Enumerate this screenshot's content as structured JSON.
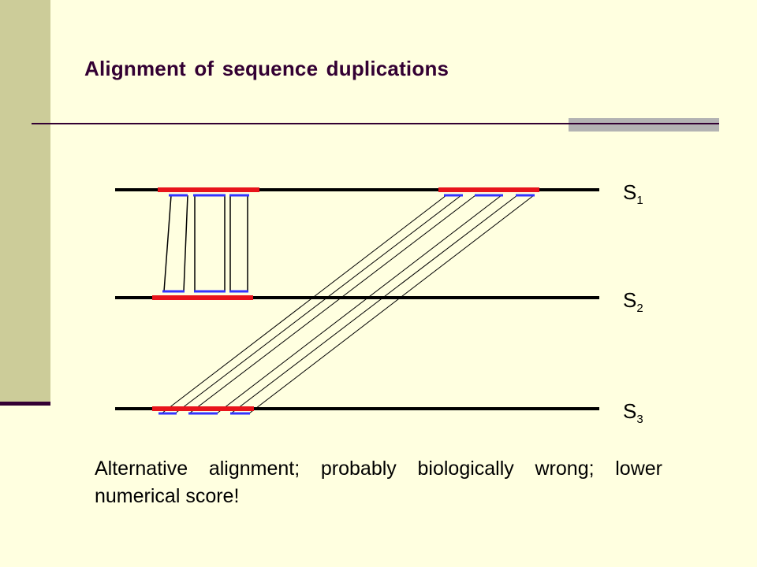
{
  "slide": {
    "title": "Alignment of sequence duplications",
    "caption": "Alternative alignment; probably biologically wrong; lower numerical score!"
  },
  "sequences": [
    {
      "base": "S",
      "index": "1"
    },
    {
      "base": "S",
      "index": "2"
    },
    {
      "base": "S",
      "index": "3"
    }
  ],
  "colors": {
    "background": "#ffffe0",
    "sidebar": "#cccc99",
    "title": "#330033",
    "duplication": "#e8141b",
    "segment": "#3333ff",
    "sequence_line": "#000000",
    "rule_accent": "#b3b3b3"
  }
}
